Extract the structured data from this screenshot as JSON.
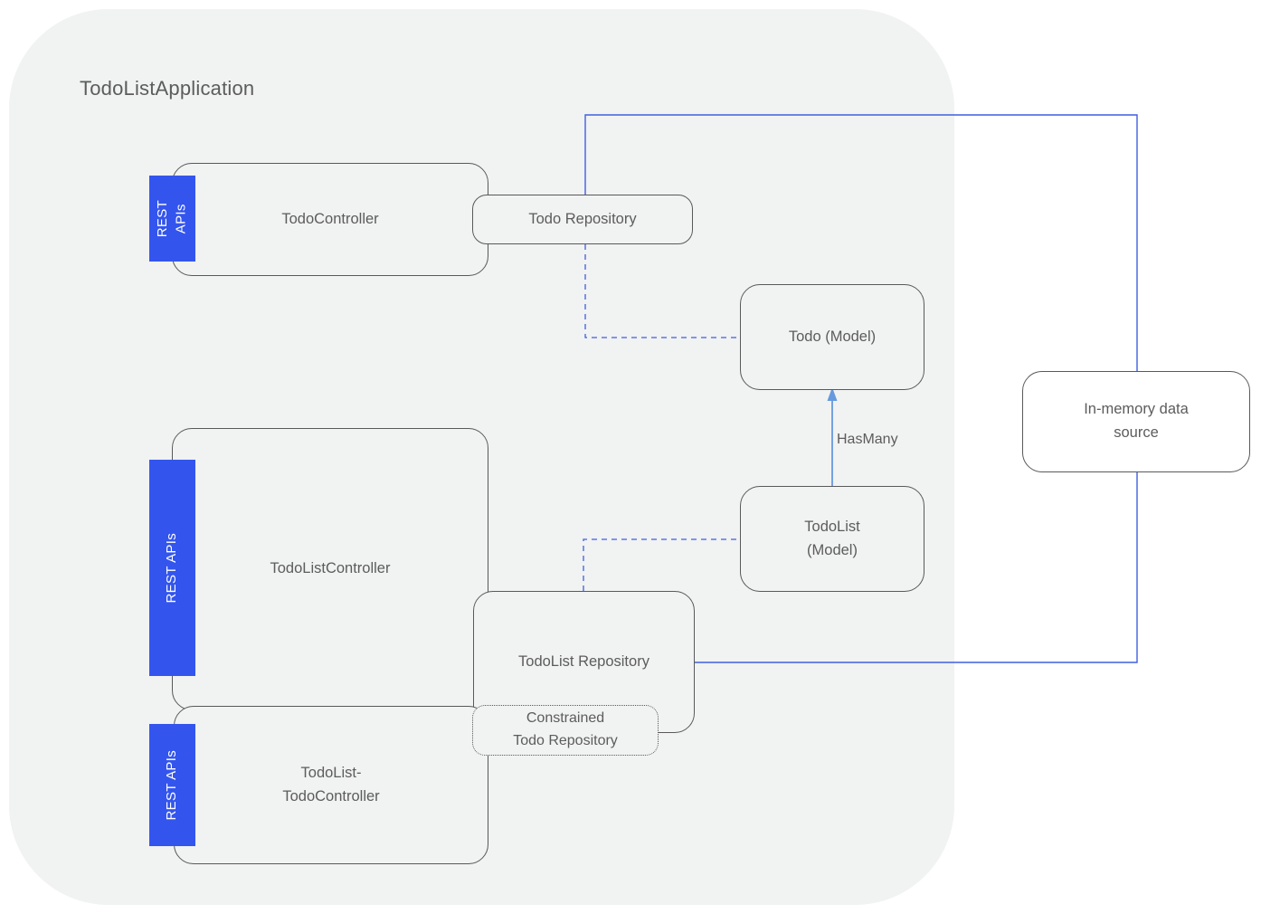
{
  "diagram": {
    "title": "TodoListApplication",
    "background_color": "#FFFFFF",
    "container_color": "#F1F2F2",
    "accent_color": "#3355EE",
    "edge_color": "#3F5FE0",
    "arrow_color": "#6699DD",
    "node_border_color": "#595959",
    "text_color": "#5C5C5C"
  },
  "nodes": {
    "todo_controller": {
      "label": "TodoController"
    },
    "todo_repository": {
      "label": "Todo Repository"
    },
    "todo_model": {
      "label": "Todo (Model)"
    },
    "todolist_model": {
      "label": "TodoList\n(Model)"
    },
    "in_memory_data_source": {
      "label": "In-memory data\nsource"
    },
    "todolist_controller": {
      "label": "TodoListController"
    },
    "todolist_repository": {
      "label": "TodoList Repository"
    },
    "constrained_todo_repository": {
      "label": "Constrained\nTodo Repository"
    },
    "todolist_todo_controller": {
      "label": "TodoList-\nTodoController"
    }
  },
  "rest_tags": {
    "todo_controller": "REST\nAPIs",
    "todolist_controller": "REST APIs",
    "todolist_todo_controller": "REST APIs"
  },
  "edges": {
    "has_many": "HasMany"
  }
}
